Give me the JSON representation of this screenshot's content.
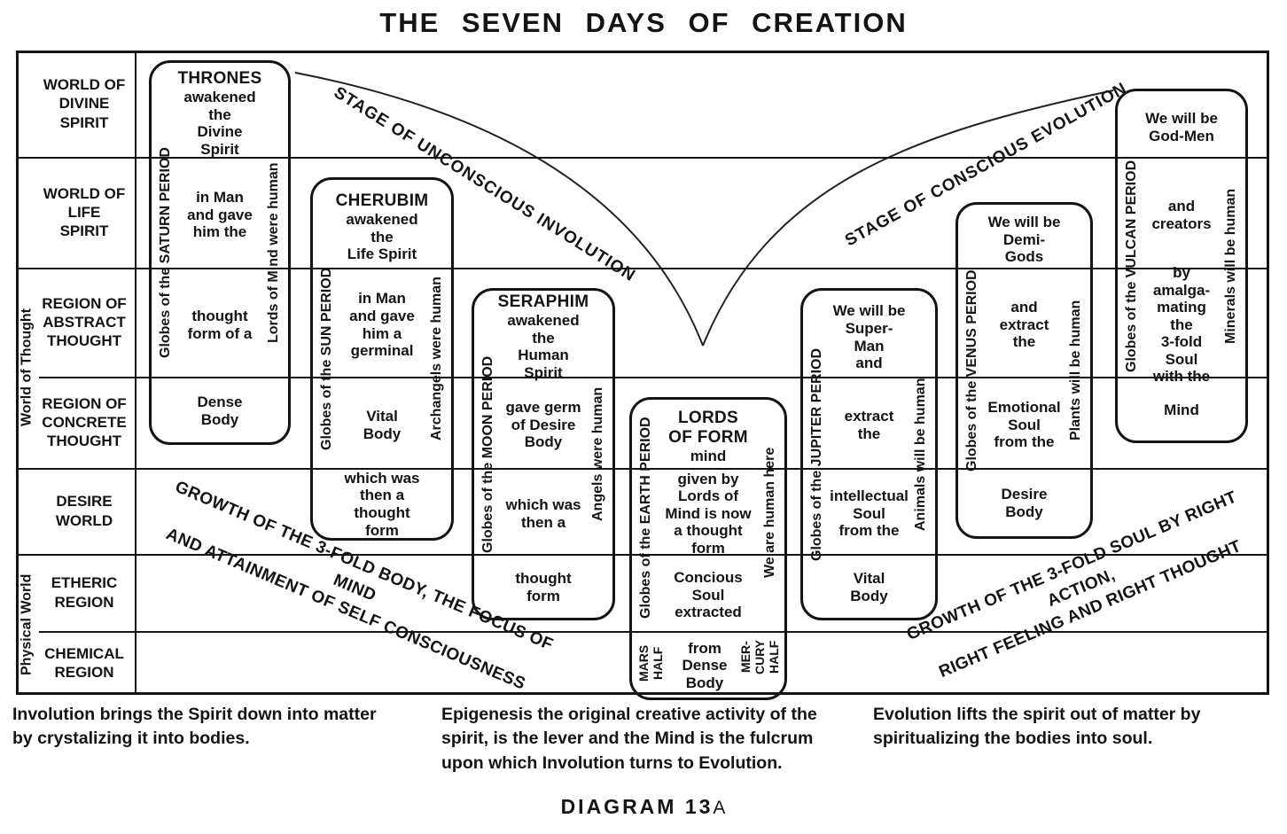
{
  "title": "THE SEVEN DAYS OF CREATION",
  "colors": {
    "ink": "#141414",
    "paper": "#ffffff"
  },
  "rows": [
    {
      "label": "WORLD OF\nDIVINE\nSPIRIT"
    },
    {
      "label": "WORLD OF\nLIFE\nSPIRIT"
    },
    {
      "label": "REGION OF\nABSTRACT\nTHOUGHT"
    },
    {
      "label": "REGION OF\nCONCRETE\nTHOUGHT"
    },
    {
      "label": "DESIRE\nWORLD"
    },
    {
      "label": "ETHERIC\nREGION"
    },
    {
      "label": "CHEMICAL\nREGION"
    }
  ],
  "side_labels": {
    "thought": "World of Thought",
    "physical": "Physical World"
  },
  "stages": {
    "involution": "STAGE OF UNCONSCIOUS INVOLUTION",
    "evolution": "STAGE OF CONSCIOUS EVOLUTION",
    "growth_body": "GROWTH OF THE 3-FOLD BODY, THE FOCUS OF MIND\nAND ATTAINMENT OF SELF CONSCIOUSNESS",
    "growth_soul": "GROWTH OF THE 3-FOLD SOUL BY RIGHT ACTION,\nRIGHT FEELING AND RIGHT THOUGHT"
  },
  "periods": [
    {
      "name": "Saturn Period",
      "left_label": "Globes of the SATURN PERIOD",
      "right_label": "Lords of Mind were human",
      "segments": [
        {
          "title": "THRONES",
          "text": "awakened the\nDivine\nSpirit"
        },
        {
          "text": "in Man\nand gave\nhim the"
        },
        {
          "text": "thought\nform of a"
        },
        {
          "text": "Dense\nBody"
        }
      ]
    },
    {
      "name": "Sun Period",
      "left_label": "Globes of the SUN PERIOD",
      "right_label": "Archangels were human",
      "segments": [
        {
          "title": "CHERUBIM",
          "text": "awakened the\nLife Spirit"
        },
        {
          "text": "in Man\nand gave\nhim a\ngerminal"
        },
        {
          "text": "Vital\nBody"
        },
        {
          "text": "which was\nthen a\nthought form"
        }
      ]
    },
    {
      "name": "Moon Period",
      "left_label": "Globes of the MOON PERIOD",
      "right_label": "Angels were human",
      "segments": [
        {
          "title": "SERAPHIM",
          "text": "awakened the\nHuman Spirit"
        },
        {
          "text": "gave germ\nof Desire\nBody"
        },
        {
          "text": "which was\nthen a"
        },
        {
          "text": "thought\nform"
        }
      ]
    },
    {
      "name": "Earth Period",
      "left_label": "Globes of the EARTH PERIOD",
      "right_label": "We are human here",
      "corner_left": "MARS\nHALF",
      "corner_right": "MER-\nCURY\nHALF",
      "segments": [
        {
          "title": "LORDS\nOF FORM",
          "text": "mind"
        },
        {
          "text": "given by\nLords of\nMind is now\na thought\nform"
        },
        {
          "text": "Concious\nSoul\nextracted"
        },
        {
          "text": "from\nDense\nBody"
        }
      ]
    },
    {
      "name": "Jupiter Period",
      "left_label": "Globes of the JUPITER PERIOD",
      "right_label": "Animals will be human",
      "segments": [
        {
          "text": "We will be\nSuper-\nMan\nand"
        },
        {
          "text": "extract\nthe"
        },
        {
          "text": "intellectual\nSoul\nfrom the"
        },
        {
          "text": "Vital\nBody"
        }
      ]
    },
    {
      "name": "Venus Period",
      "left_label": "Globes of the VENUS PERIOD",
      "right_label": "Plants will be human",
      "segments": [
        {
          "text": "We will be\nDemi-Gods"
        },
        {
          "text": "and\nextract\nthe"
        },
        {
          "text": "Emotional\nSoul\nfrom the"
        },
        {
          "text": "Desire\nBody"
        }
      ]
    },
    {
      "name": "Vulcan Period",
      "left_label": "Globes of the VULCAN PERIOD",
      "right_label": "Minerals will be human",
      "segments": [
        {
          "text": "We will be\nGod-Men"
        },
        {
          "text": "and\ncreators"
        },
        {
          "text": "by amalga-\nmating the\n3-fold Soul\nwith the"
        },
        {
          "text": "Mind"
        }
      ]
    }
  ],
  "captions": [
    {
      "text": "Involution brings the Spirit down into matter\nby crystalizing it into bodies."
    },
    {
      "text": "Epigenesis the original creative activity of the\nspirit, is the lever and the Mind is the fulcrum\nupon which Involution turns to Evolution."
    },
    {
      "text": "Evolution lifts the spirit out of matter by\nspiritualizing the bodies into soul."
    }
  ],
  "footer": {
    "label": "DIAGRAM 13",
    "suffix": "A"
  }
}
